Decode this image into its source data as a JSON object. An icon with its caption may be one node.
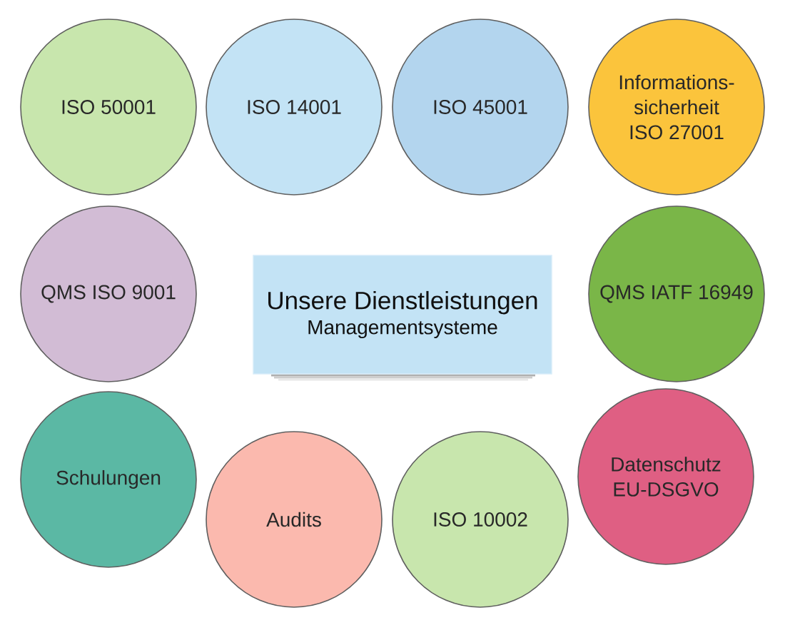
{
  "diagram": {
    "nodes": [
      {
        "text": [
          "ISO 50001"
        ]
      },
      {
        "text": [
          "ISO 14001"
        ]
      },
      {
        "text": [
          "ISO 45001"
        ]
      },
      {
        "text": [
          "Informations- sicherheit ISO 27001"
        ]
      },
      {
        "text": [
          "QMS ISO 9001"
        ]
      },
      {
        "text": [
          "Unsere Dienstleistungen",
          "Managementsysteme"
        ]
      },
      {
        "text": [
          "QMS IATF 16949"
        ]
      },
      {
        "text": [
          "Schulungen"
        ]
      },
      {
        "text": [
          "Audits"
        ]
      },
      {
        "text": [
          "ISO 10002"
        ]
      },
      {
        "text": [
          "Datenschutz EU-DSGVO"
        ]
      }
    ]
  }
}
